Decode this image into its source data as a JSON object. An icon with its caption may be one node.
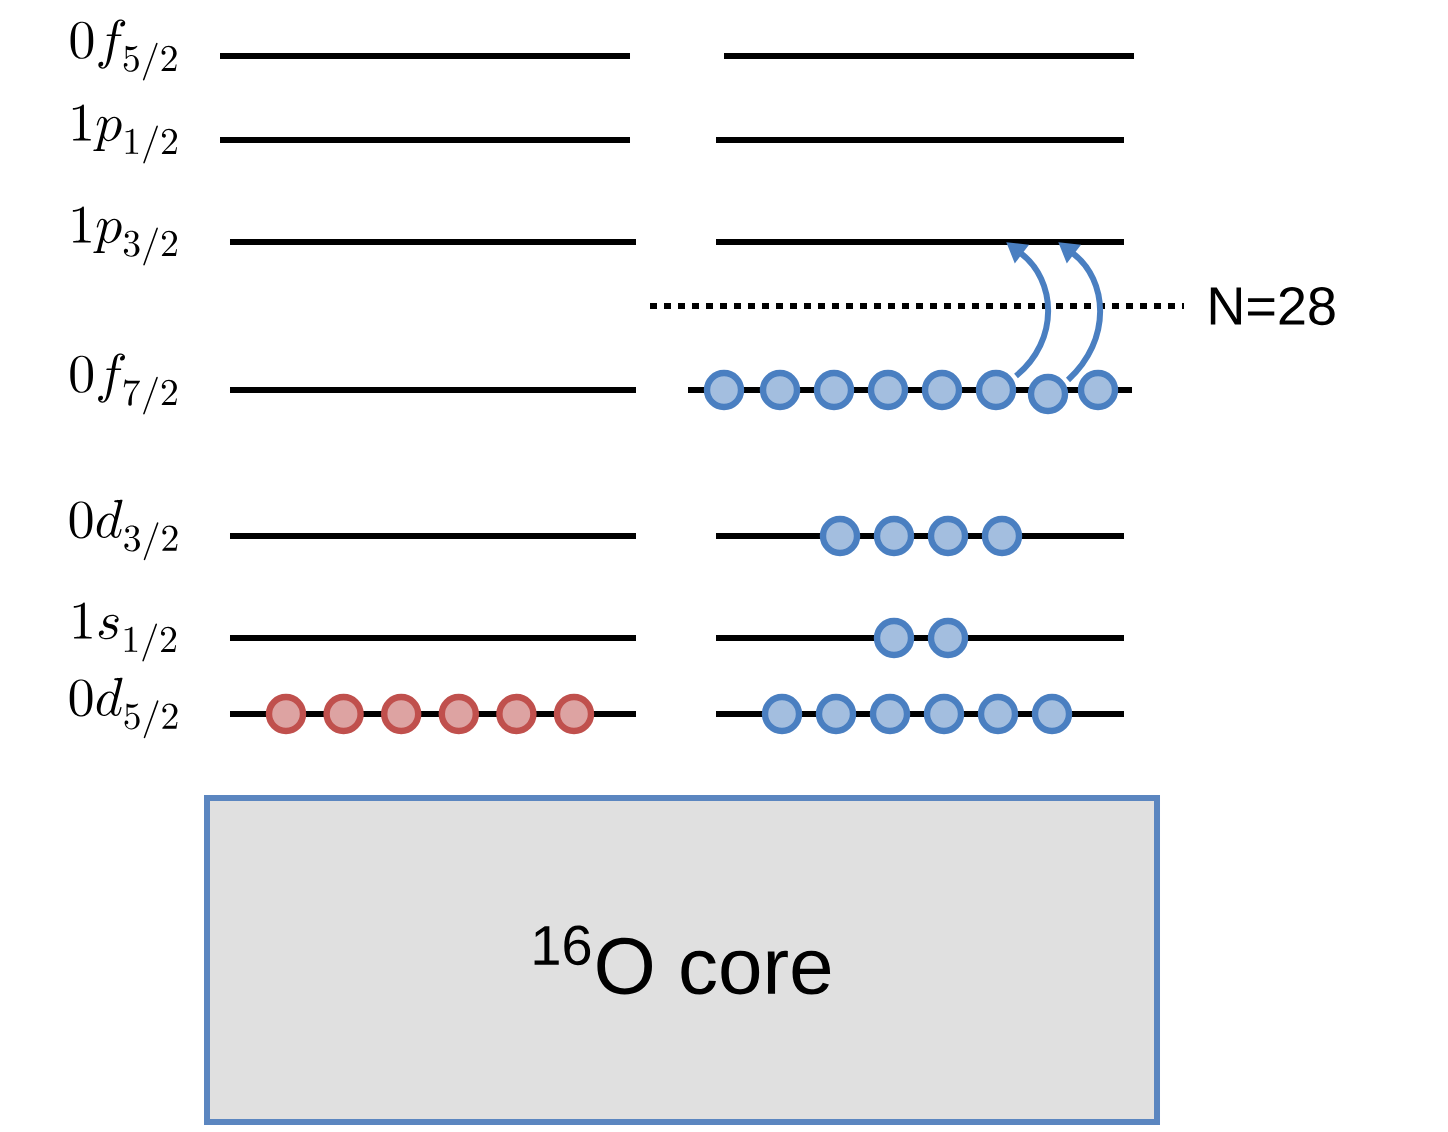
{
  "diagram": {
    "nodes": [
      {
        "text": [
          "$^{16}$O core"
        ]
      }
    ],
    "edges": [],
    "labels": [
      "0f_{5/2}",
      "1p_{1/2}",
      "1p_{3/2}",
      "N=28",
      "0f_{7/2}",
      "0d_{3/2}",
      "1s_{1/2}",
      "0d_{5/2}"
    ]
  }
}
